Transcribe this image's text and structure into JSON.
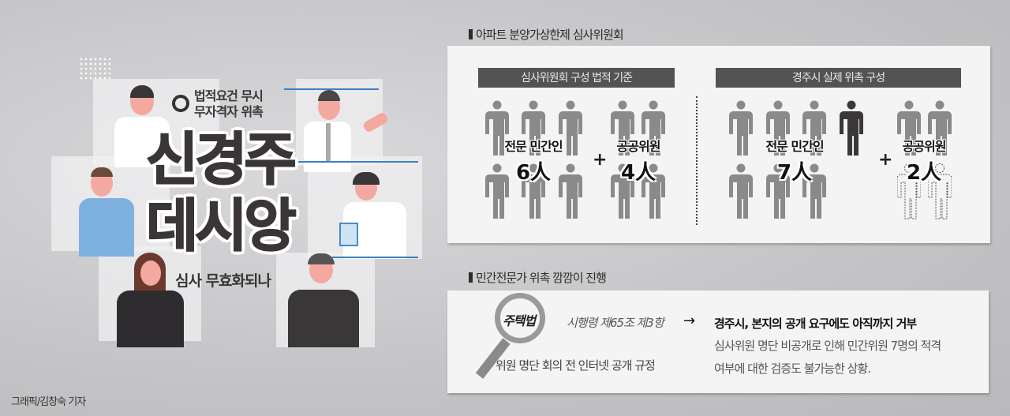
{
  "graphic": {
    "kicker_line1": "법적요건 무시",
    "kicker_line2": "무자격자 위촉",
    "title_line1": "신경주",
    "title_line2": "데시앙",
    "subtitle": "심사 무효화되나",
    "credit": "그래픽/김창숙 기자"
  },
  "section1": {
    "title": "아파트 분양가상한제 심사위원회",
    "left": {
      "header": "심사위원회 구성 법적 기준",
      "private_label": "전문 민간인",
      "private_count": "6人",
      "public_label": "공공위원",
      "public_count": "4人",
      "plus": "+"
    },
    "right": {
      "header": "경주시 실제 위촉 구성",
      "private_label": "전문 민간인",
      "private_count": "7人",
      "public_label": "공공위원",
      "public_count": "2人",
      "plus": "+"
    }
  },
  "section2": {
    "title": "민간전문가 위촉 깜깜이 진행",
    "law": "주택법",
    "article": "시행령 제65조 제3항",
    "arrow": "→",
    "rule": "위원 명단 회의 전 인터넷 공개 규정",
    "headline": "경주시, 본지의 공개 요구에도 아직까지 거부",
    "detail_line1": "심사위원 명단 비공개로 인해 민간위원 7명의 적격",
    "detail_line2": "여부에 대한 검증도 불가능한 상황."
  },
  "colors": {
    "figure": "#8a8a8a",
    "figure_extra": "#3a3738",
    "header_bar": "#545253"
  }
}
